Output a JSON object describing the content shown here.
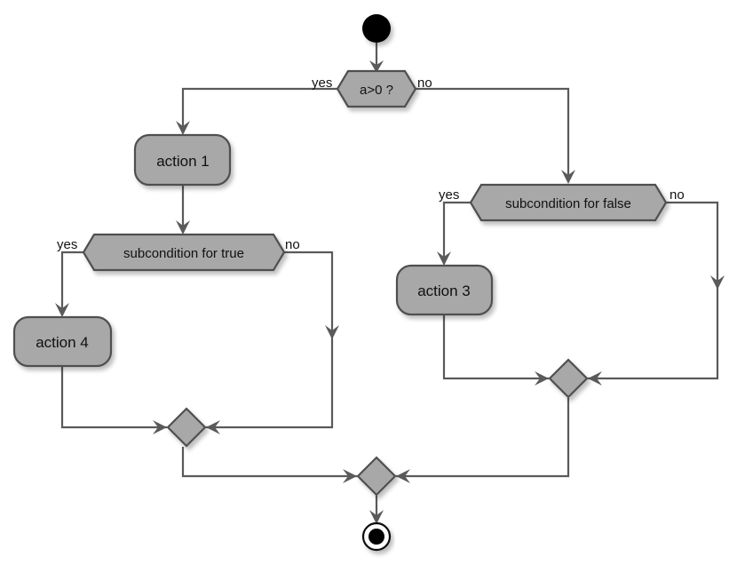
{
  "nodes": {
    "decision_main": "a>0 ?",
    "action_1": "action 1",
    "decision_true": "subcondition for true",
    "action_4": "action 4",
    "decision_false": "subcondition for false",
    "action_3": "action 3"
  },
  "branches": {
    "main_yes": "yes",
    "main_no": "no",
    "true_yes": "yes",
    "true_no": "no",
    "false_yes": "yes",
    "false_no": "no"
  },
  "colors": {
    "node_fill": "#a8a8a8",
    "stroke": "#505050",
    "start": "#000000"
  }
}
